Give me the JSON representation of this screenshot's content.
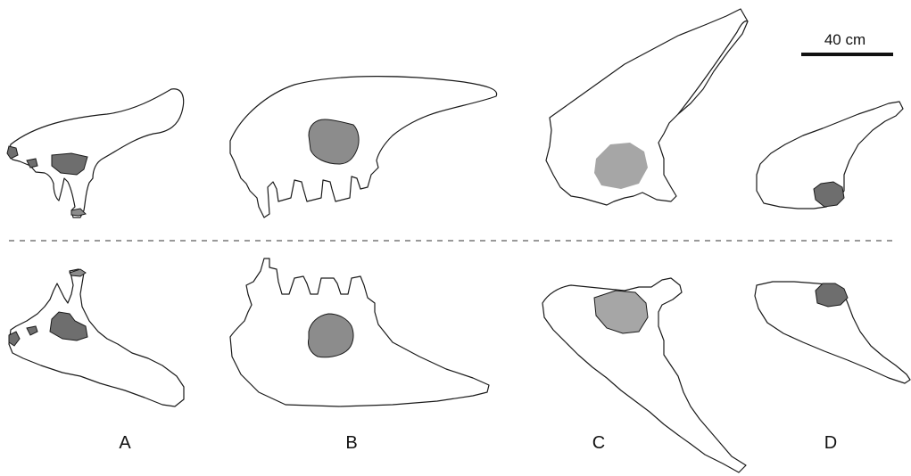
{
  "scale_bar": {
    "label": "40 cm"
  },
  "panels": [
    {
      "label": "A"
    },
    {
      "label": "B"
    },
    {
      "label": "C"
    },
    {
      "label": "D"
    }
  ],
  "colors": {
    "outline": "#1a1a1a",
    "fenestra_dark": "#6e6e6e",
    "fenestra_mid": "#8c8c8c",
    "fenestra_light": "#a6a6a6",
    "background": "#ffffff"
  }
}
